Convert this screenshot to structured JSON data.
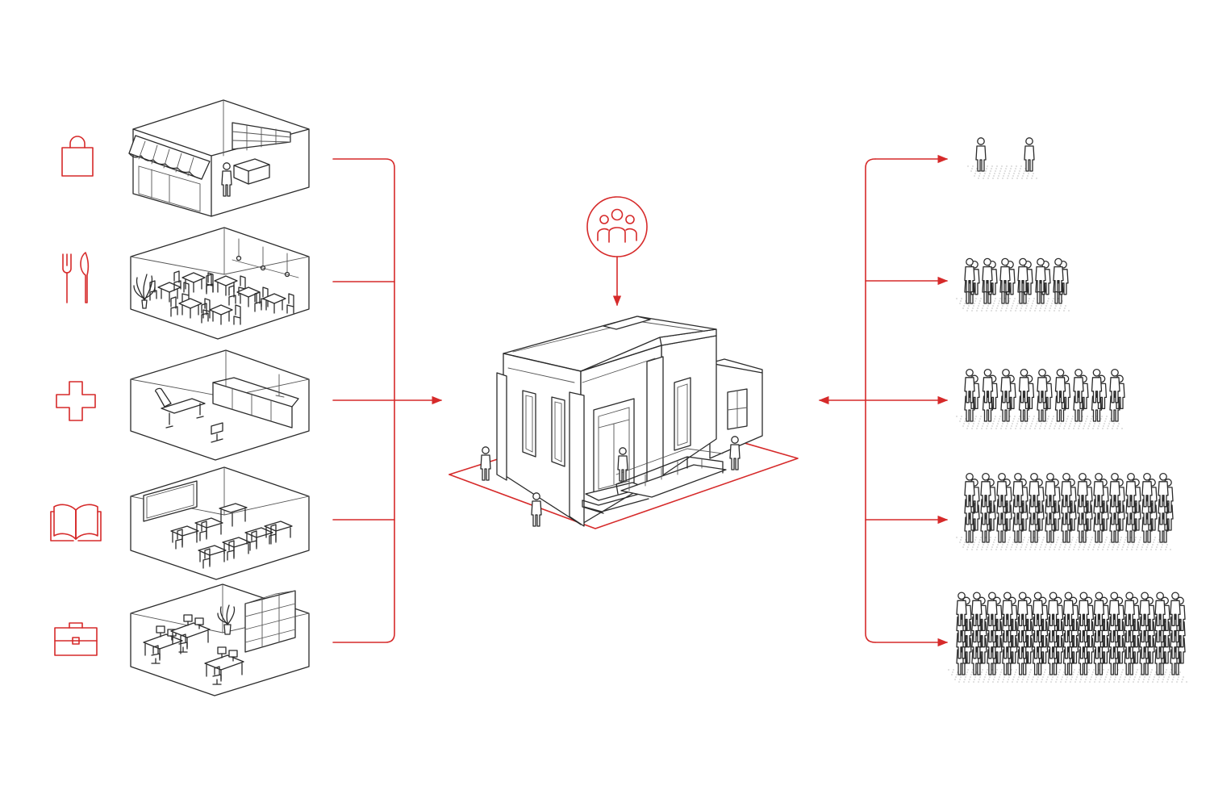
{
  "colors": {
    "accent": "#d62a2a",
    "ink": "#2b2b2b",
    "background": "#ffffff"
  },
  "functions": [
    {
      "icon": "shopping-bag-icon",
      "room": "retail-shop"
    },
    {
      "icon": "fork-knife-icon",
      "room": "restaurant"
    },
    {
      "icon": "medical-cross-icon",
      "room": "clinic"
    },
    {
      "icon": "open-book-icon",
      "room": "classroom"
    },
    {
      "icon": "briefcase-icon",
      "room": "office"
    }
  ],
  "community_icon": "community-group-icon",
  "central_building": "community-building",
  "crowd_levels": [
    {
      "relative_size": 2
    },
    {
      "relative_size": 12
    },
    {
      "relative_size": 18
    },
    {
      "relative_size": 50
    },
    {
      "relative_size": 100
    }
  ]
}
